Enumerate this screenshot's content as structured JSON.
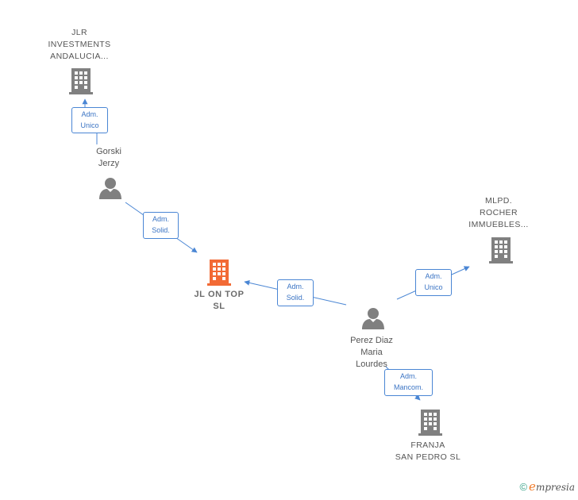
{
  "nodes": {
    "jlr": {
      "line1": "JLR",
      "line2": "INVESTMENTS",
      "line3": "ANDALUCIA..."
    },
    "gorski": {
      "line1": "Gorski",
      "line2": "Jerzy"
    },
    "jlontop": {
      "line1": "JL ON TOP",
      "line2": "SL"
    },
    "perez": {
      "line1": "Perez Diaz",
      "line2": "Maria",
      "line3": "Lourdes"
    },
    "mlpd": {
      "line1": "MLPD.",
      "line2": "ROCHER",
      "line3": "IMMUEBLES..."
    },
    "franja": {
      "line1": "FRANJA",
      "line2": "SAN PEDRO SL"
    }
  },
  "edges": {
    "gorski_jlr": {
      "line1": "Adm.",
      "line2": "Unico"
    },
    "gorski_jlontop": {
      "line1": "Adm.",
      "line2": "Solid."
    },
    "perez_jlontop": {
      "line1": "Adm.",
      "line2": "Solid."
    },
    "perez_mlpd": {
      "line1": "Adm.",
      "line2": "Unico"
    },
    "perez_franja": {
      "line1": "Adm.",
      "line2": "Mancom."
    }
  },
  "colors": {
    "focus_company": "#f26a35",
    "company": "#808080",
    "person": "#808080",
    "edge": "#4a86d4"
  },
  "footer": {
    "copyright": "©",
    "brand_initial": "e",
    "brand_rest": "mpresia"
  }
}
